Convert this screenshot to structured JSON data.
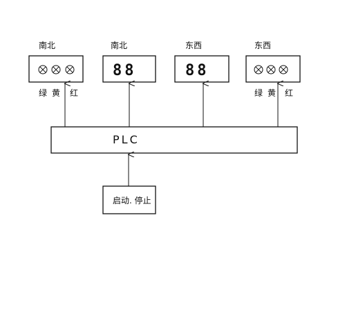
{
  "diagram": {
    "panels": [
      {
        "title": "南北",
        "kind": "lights",
        "lamp_labels": [
          "绿",
          "黄",
          "红"
        ]
      },
      {
        "title": "南北",
        "kind": "display",
        "digits": "88"
      },
      {
        "title": "东西",
        "kind": "display",
        "digits": "88"
      },
      {
        "title": "东西",
        "kind": "lights",
        "lamp_labels": [
          "绿",
          "黄",
          "红"
        ]
      }
    ],
    "controller": {
      "label": "PLC"
    },
    "input": {
      "label": "启动. 停止"
    }
  }
}
